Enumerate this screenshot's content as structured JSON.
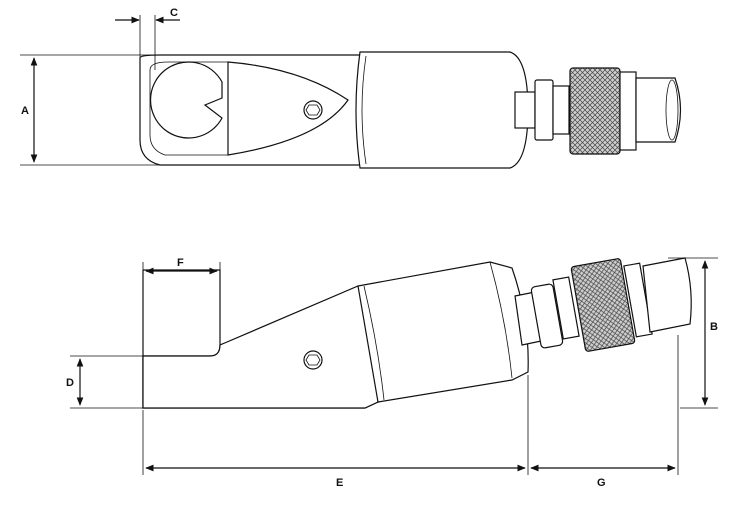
{
  "dimensions": {
    "a": "A",
    "b": "B",
    "c": "C",
    "d": "D",
    "e": "E",
    "f": "F",
    "g": "G"
  },
  "colors": {
    "line": "#111111",
    "background": "#ffffff",
    "knurl": "#9a9a9a"
  },
  "icons": [
    "hex-socket-icon",
    "knurled-coupler-icon",
    "arrowhead-icon"
  ]
}
